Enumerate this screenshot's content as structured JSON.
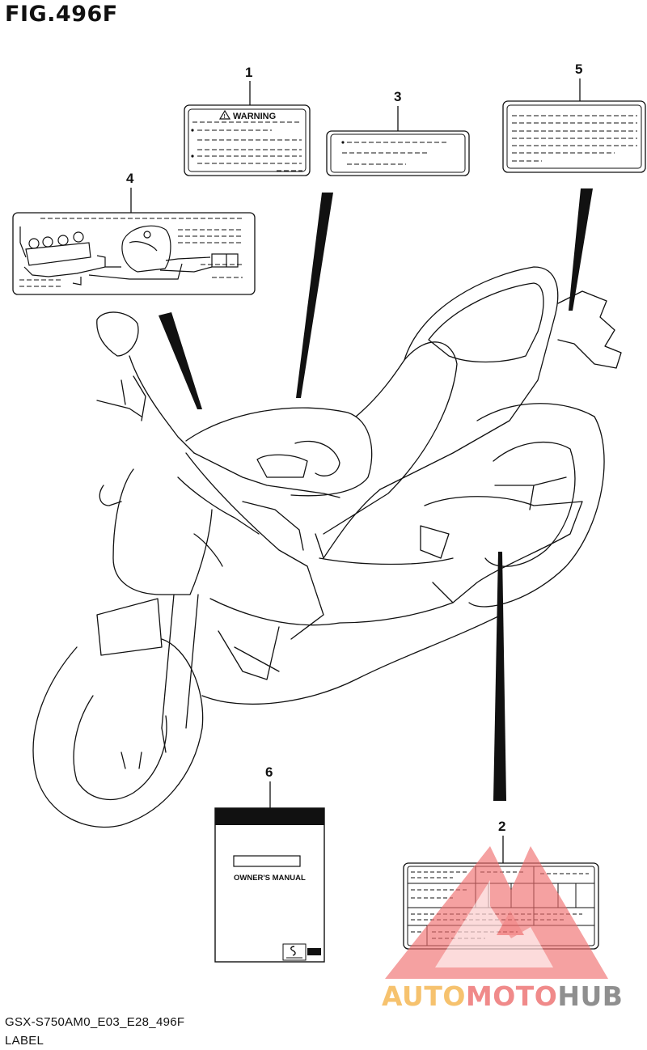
{
  "figure": {
    "title": "FIG.496F",
    "code": "GSX-S750AM0_E03_E28_496F",
    "section": "LABEL"
  },
  "callouts": [
    {
      "number": "1",
      "part": "warning-label"
    },
    {
      "number": "2",
      "part": "information-label"
    },
    {
      "number": "3",
      "part": "caution-label"
    },
    {
      "number": "4",
      "part": "emission-hose-label"
    },
    {
      "number": "5",
      "part": "notice-label"
    },
    {
      "number": "6",
      "part": "owners-manual"
    }
  ],
  "labels": {
    "warning_heading": "WARNING",
    "manual_title": "OWNER'S MANUAL"
  },
  "watermark": {
    "part1": "AUTO",
    "part2": "MOTO",
    "part3": "HUB",
    "colors": [
      "#f6c26e",
      "#f08a8a",
      "#8f8f8f"
    ]
  }
}
